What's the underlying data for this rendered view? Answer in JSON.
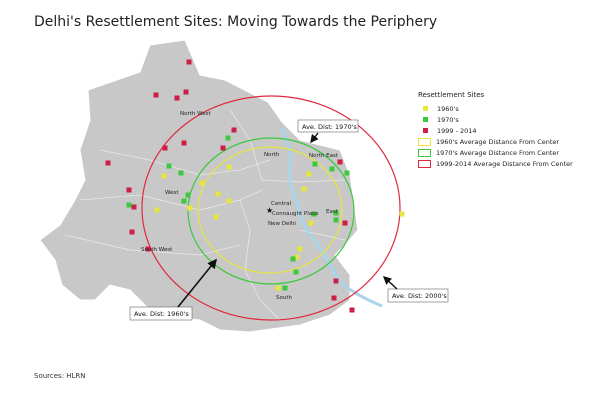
{
  "title": "Delhi's Resettlement Sites: Moving Towards the Periphery",
  "sources": "Sources: HLRN",
  "legend": {
    "heading": "Resettlement Sites",
    "items": [
      {
        "label": "1960's",
        "color": "#e6e63c",
        "kind": "point"
      },
      {
        "label": "1970's",
        "color": "#3cc83c",
        "kind": "point"
      },
      {
        "label": "1999 - 2014",
        "color": "#cc1e46",
        "kind": "point"
      },
      {
        "label": "1960's Average Distance From Center",
        "color": "#e6e63c",
        "kind": "circle"
      },
      {
        "label": "1970's Average Distance From Center",
        "color": "#3cc83c",
        "kind": "circle"
      },
      {
        "label": "1999-2014 Average Distance From Center",
        "color": "#e0283c",
        "kind": "circle"
      }
    ]
  },
  "districts": [
    "North West",
    "North",
    "North East",
    "West",
    "Central",
    "Connaught Place",
    "New Delhi",
    "East",
    "South West",
    "South"
  ],
  "callouts": {
    "d1960": "Ave. Dist: 1960's",
    "d1970": "Ave. Dist: 1970's",
    "d2000": "Ave. Dist: 2000's"
  }
}
